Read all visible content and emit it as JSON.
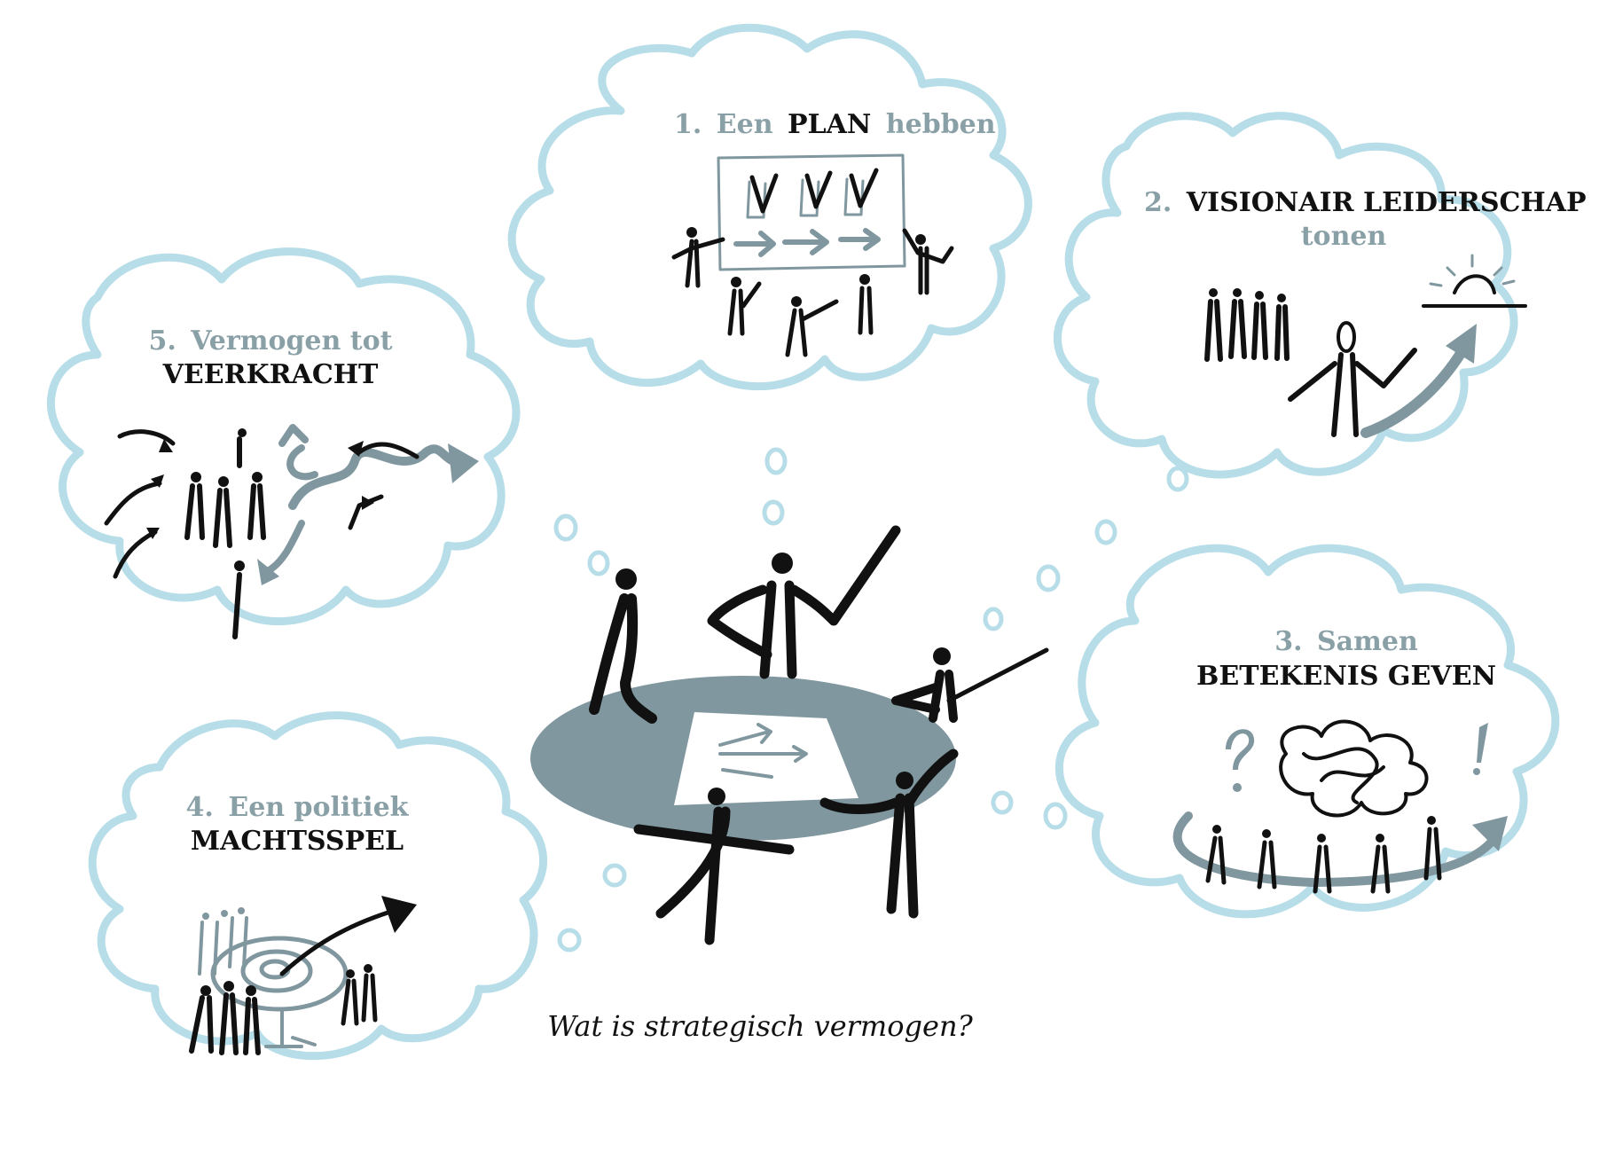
{
  "diagram": {
    "question": "Wat is strategisch vermogen?",
    "clouds": [
      {
        "id": "plan",
        "num": "1.",
        "line1_a": "Een",
        "line1_b": "PLAN",
        "line1_c": "hebben"
      },
      {
        "id": "visionair",
        "num": "2.",
        "line1_b": "VISIONAIR LEIDERSCHAP",
        "line2": "tonen"
      },
      {
        "id": "betekenis",
        "num": "3.",
        "line1_a": "Samen",
        "line2": "BETEKENIS GEVEN"
      },
      {
        "id": "macht",
        "num": "4.",
        "line1_a": "Een politiek",
        "line2": "MACHTSSPEL"
      },
      {
        "id": "veerkracht",
        "num": "5.",
        "line1_a": "Vermogen tot",
        "line2": "VEERKRACHT"
      }
    ],
    "colors": {
      "cloud": "#b6dde8",
      "accent": "#80979f",
      "ink": "#111111",
      "label_grey": "#8aa0a7"
    }
  }
}
